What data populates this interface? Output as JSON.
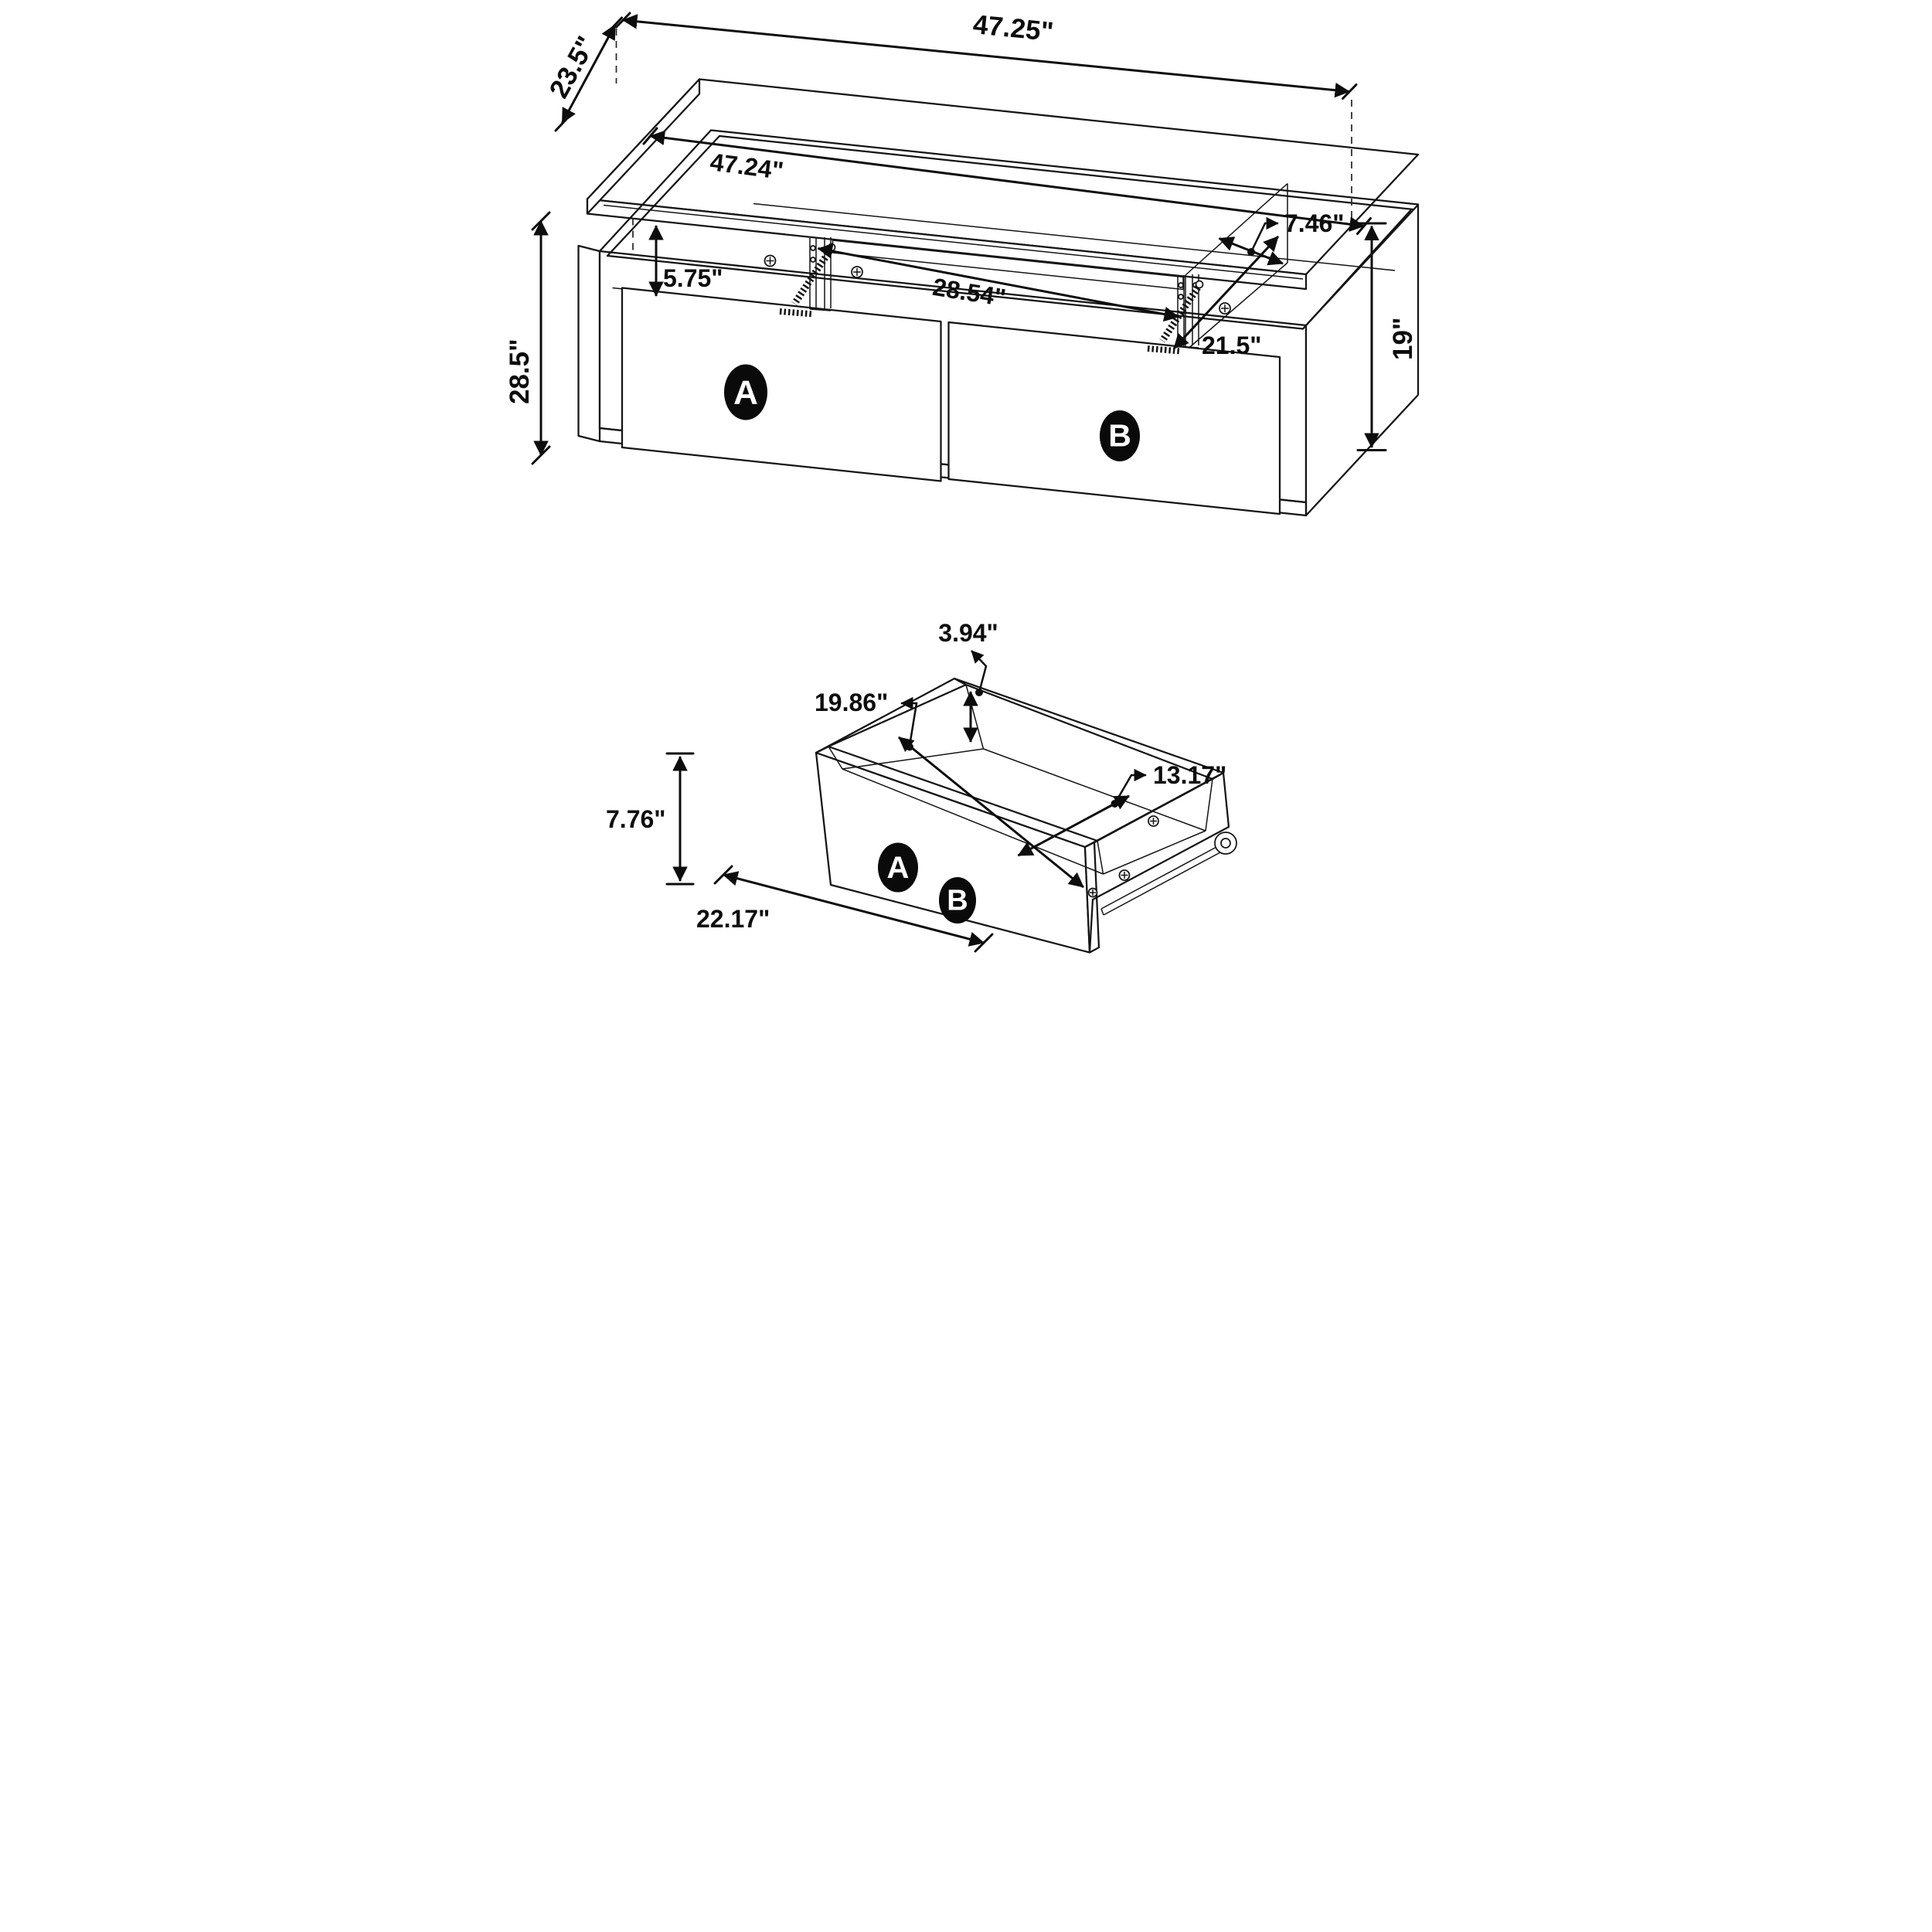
{
  "page": {
    "background": "#ffffff",
    "line_color": "#141414",
    "badge_color": "#0a0a0a"
  },
  "diagram": {
    "type": "furniture-dimension-drawing",
    "subject": "lift-top coffee table with two storage drawers",
    "views": {
      "main": {
        "name": "assembled table with lift top raised",
        "dimensions": {
          "top_width": "47.25\"",
          "top_depth": "23.5\"",
          "top_surface_width": "47.24\"",
          "overall_height": "28.5\"",
          "lift_clearance": "5.75\"",
          "inner_width": "28.54\"",
          "side_shelf_depth": "7.46\"",
          "compartment_depth": "21.5\"",
          "base_height": "19\""
        },
        "drawer_labels": {
          "left": "A",
          "right": "B"
        }
      },
      "drawer": {
        "name": "drawer detail",
        "dimensions": {
          "back_panel_height": "3.94\"",
          "inner_length": "19.86\"",
          "inner_width": "13.17\"",
          "front_height": "7.76\"",
          "front_width": "22.17\""
        },
        "labels": {
          "a": "A",
          "b": "B"
        }
      }
    }
  }
}
